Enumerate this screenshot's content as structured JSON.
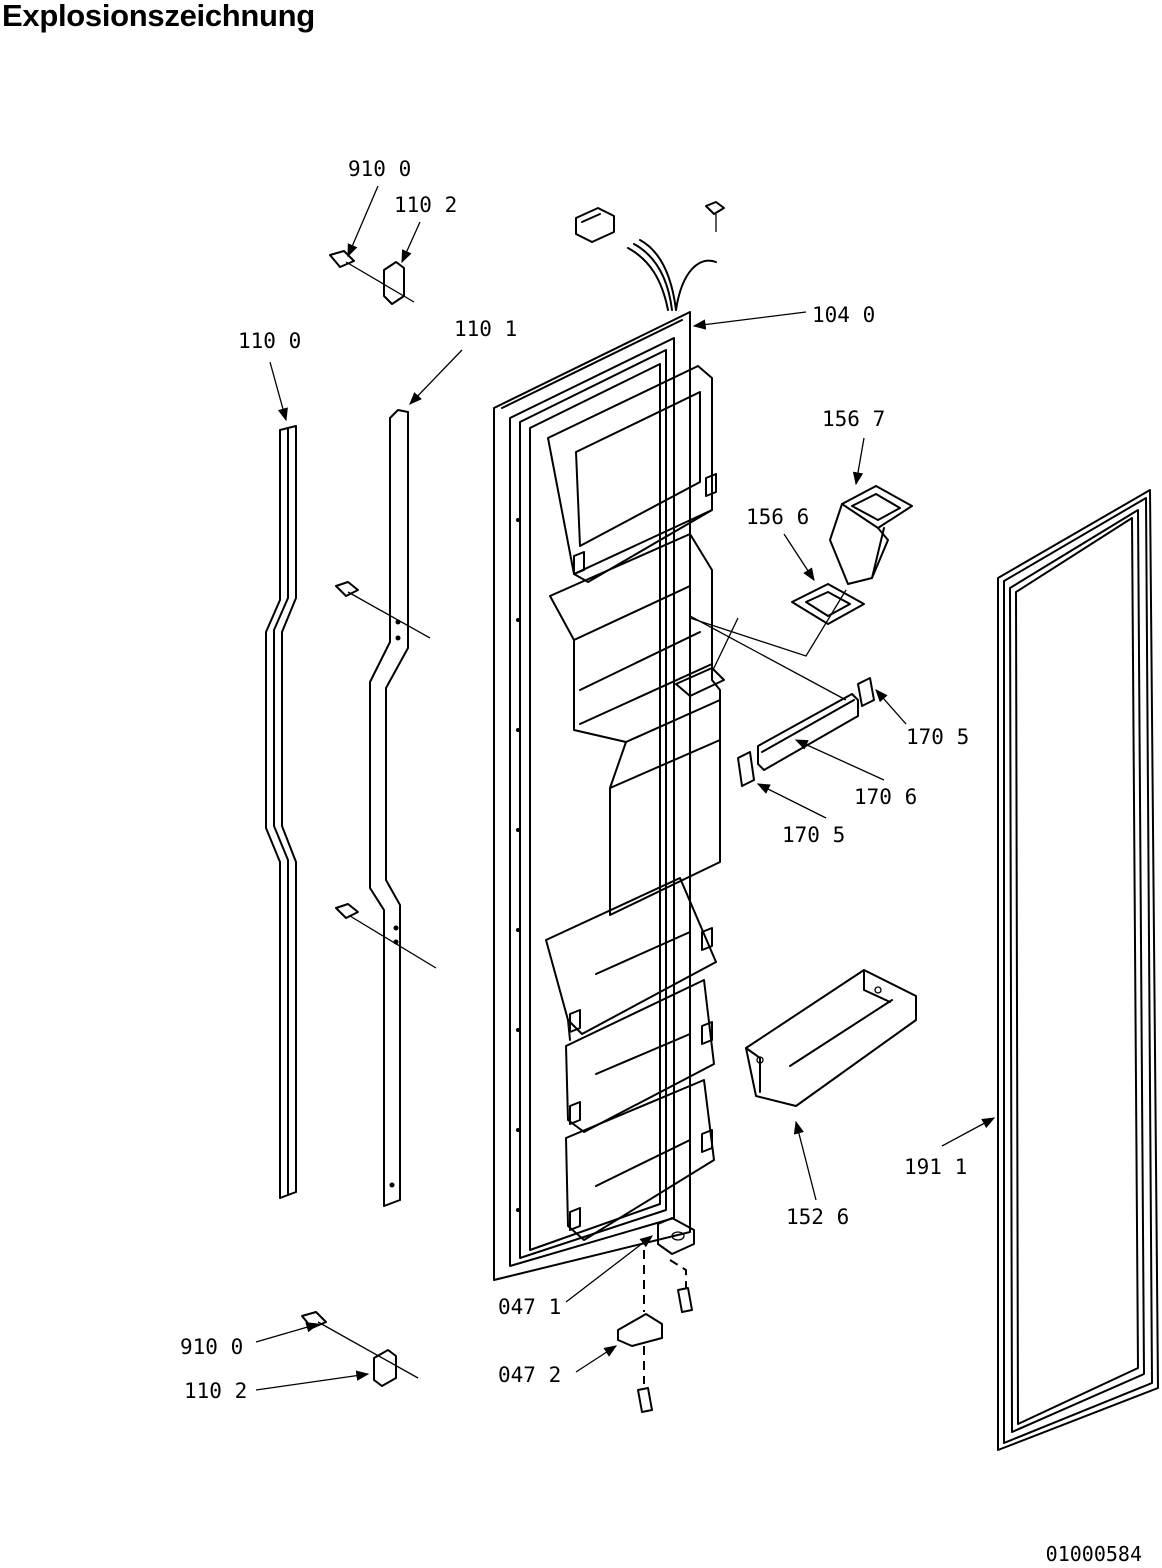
{
  "title": "Explosionszeichnung",
  "document_id": "01000584",
  "callouts": [
    {
      "id": "910-0-top",
      "text": "910  0"
    },
    {
      "id": "110-2-top",
      "text": "110  2"
    },
    {
      "id": "110-0",
      "text": "110  0"
    },
    {
      "id": "110-1",
      "text": "110  1"
    },
    {
      "id": "104-0",
      "text": "104  0"
    },
    {
      "id": "156-7",
      "text": "156  7"
    },
    {
      "id": "156-6",
      "text": "156  6"
    },
    {
      "id": "170-5-a",
      "text": "170  5"
    },
    {
      "id": "170-6",
      "text": "170  6"
    },
    {
      "id": "170-5-b",
      "text": "170  5"
    },
    {
      "id": "191-1",
      "text": "191  1"
    },
    {
      "id": "152-6",
      "text": "152  6"
    },
    {
      "id": "047-1",
      "text": "047  1"
    },
    {
      "id": "047-2",
      "text": "047  2"
    },
    {
      "id": "910-0-bottom",
      "text": "910  0"
    },
    {
      "id": "110-2-bottom",
      "text": "110  2"
    }
  ]
}
